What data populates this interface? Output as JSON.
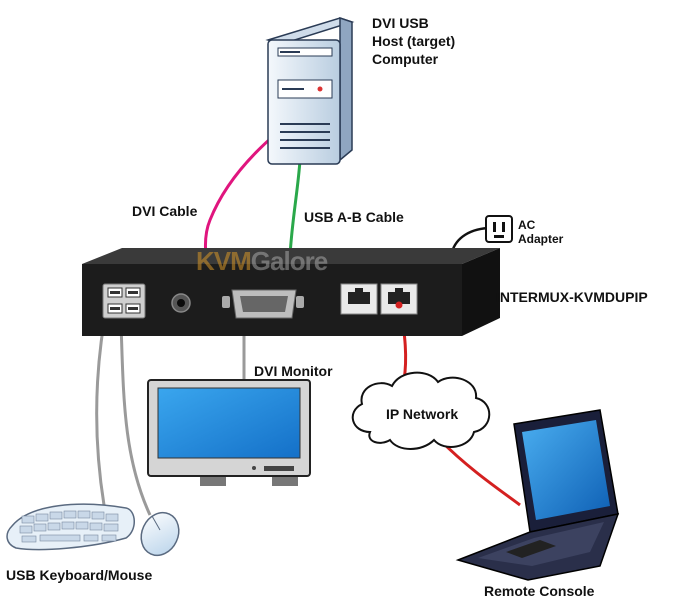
{
  "labels": {
    "host_computer": [
      "DVI USB",
      "Host (target)",
      "Computer"
    ],
    "dvi_cable": "DVI Cable",
    "usb_cable": "USB A-B Cable",
    "ac_adapter": [
      "AC",
      "Adapter"
    ],
    "device_model": "INTERMUX-KVMDUPIP",
    "dvi_monitor": "DVI Monitor",
    "ip_network": "IP Network",
    "keyboard_mouse": "USB Keyboard/Mouse",
    "remote_console": "Remote Console"
  },
  "watermark": {
    "part1": "KVM",
    "part2": "Galore"
  },
  "colors": {
    "dvi_cable": "#e0157e",
    "usb_cable": "#2aa84a",
    "network_cable": "#d42020",
    "gray_cable": "#9a9a9a",
    "device_body": "#1c1c1c",
    "screen_blue": "#1e8fe0",
    "computer_case": "#e6eef6"
  }
}
